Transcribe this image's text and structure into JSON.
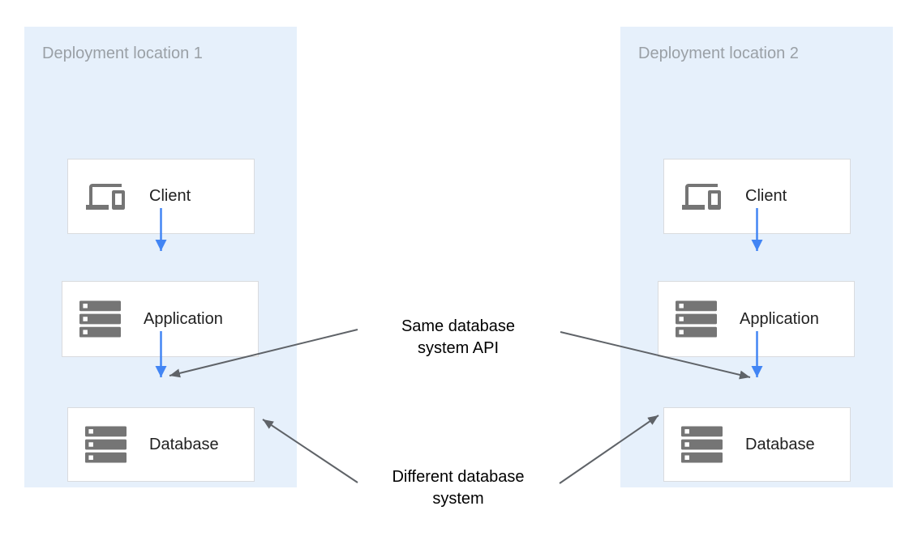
{
  "panels": [
    {
      "title": "Deployment location 1",
      "nodes": [
        {
          "label": "Client",
          "icon": "devices-icon"
        },
        {
          "label": "Application",
          "icon": "server-stack-icon"
        },
        {
          "label": "Database",
          "icon": "server-stack-icon"
        }
      ]
    },
    {
      "title": "Deployment location 2",
      "nodes": [
        {
          "label": "Client",
          "icon": "devices-icon"
        },
        {
          "label": "Application",
          "icon": "server-stack-icon"
        },
        {
          "label": "Database",
          "icon": "server-stack-icon"
        }
      ]
    }
  ],
  "annotations": [
    {
      "lines": [
        "Same database",
        "system API"
      ]
    },
    {
      "lines": [
        "Different database",
        "system"
      ]
    }
  ],
  "colors": {
    "zone_background": "#e6f0fb",
    "zone_title_gray": "#9aa0a6",
    "node_border": "#d9dbde",
    "node_background": "#ffffff",
    "icon_gray": "#757575",
    "flow_arrow_blue": "#4285f4",
    "annotation_arrow_gray": "#5f6368",
    "label_text": "#212121",
    "annotation_text": "#000000"
  }
}
